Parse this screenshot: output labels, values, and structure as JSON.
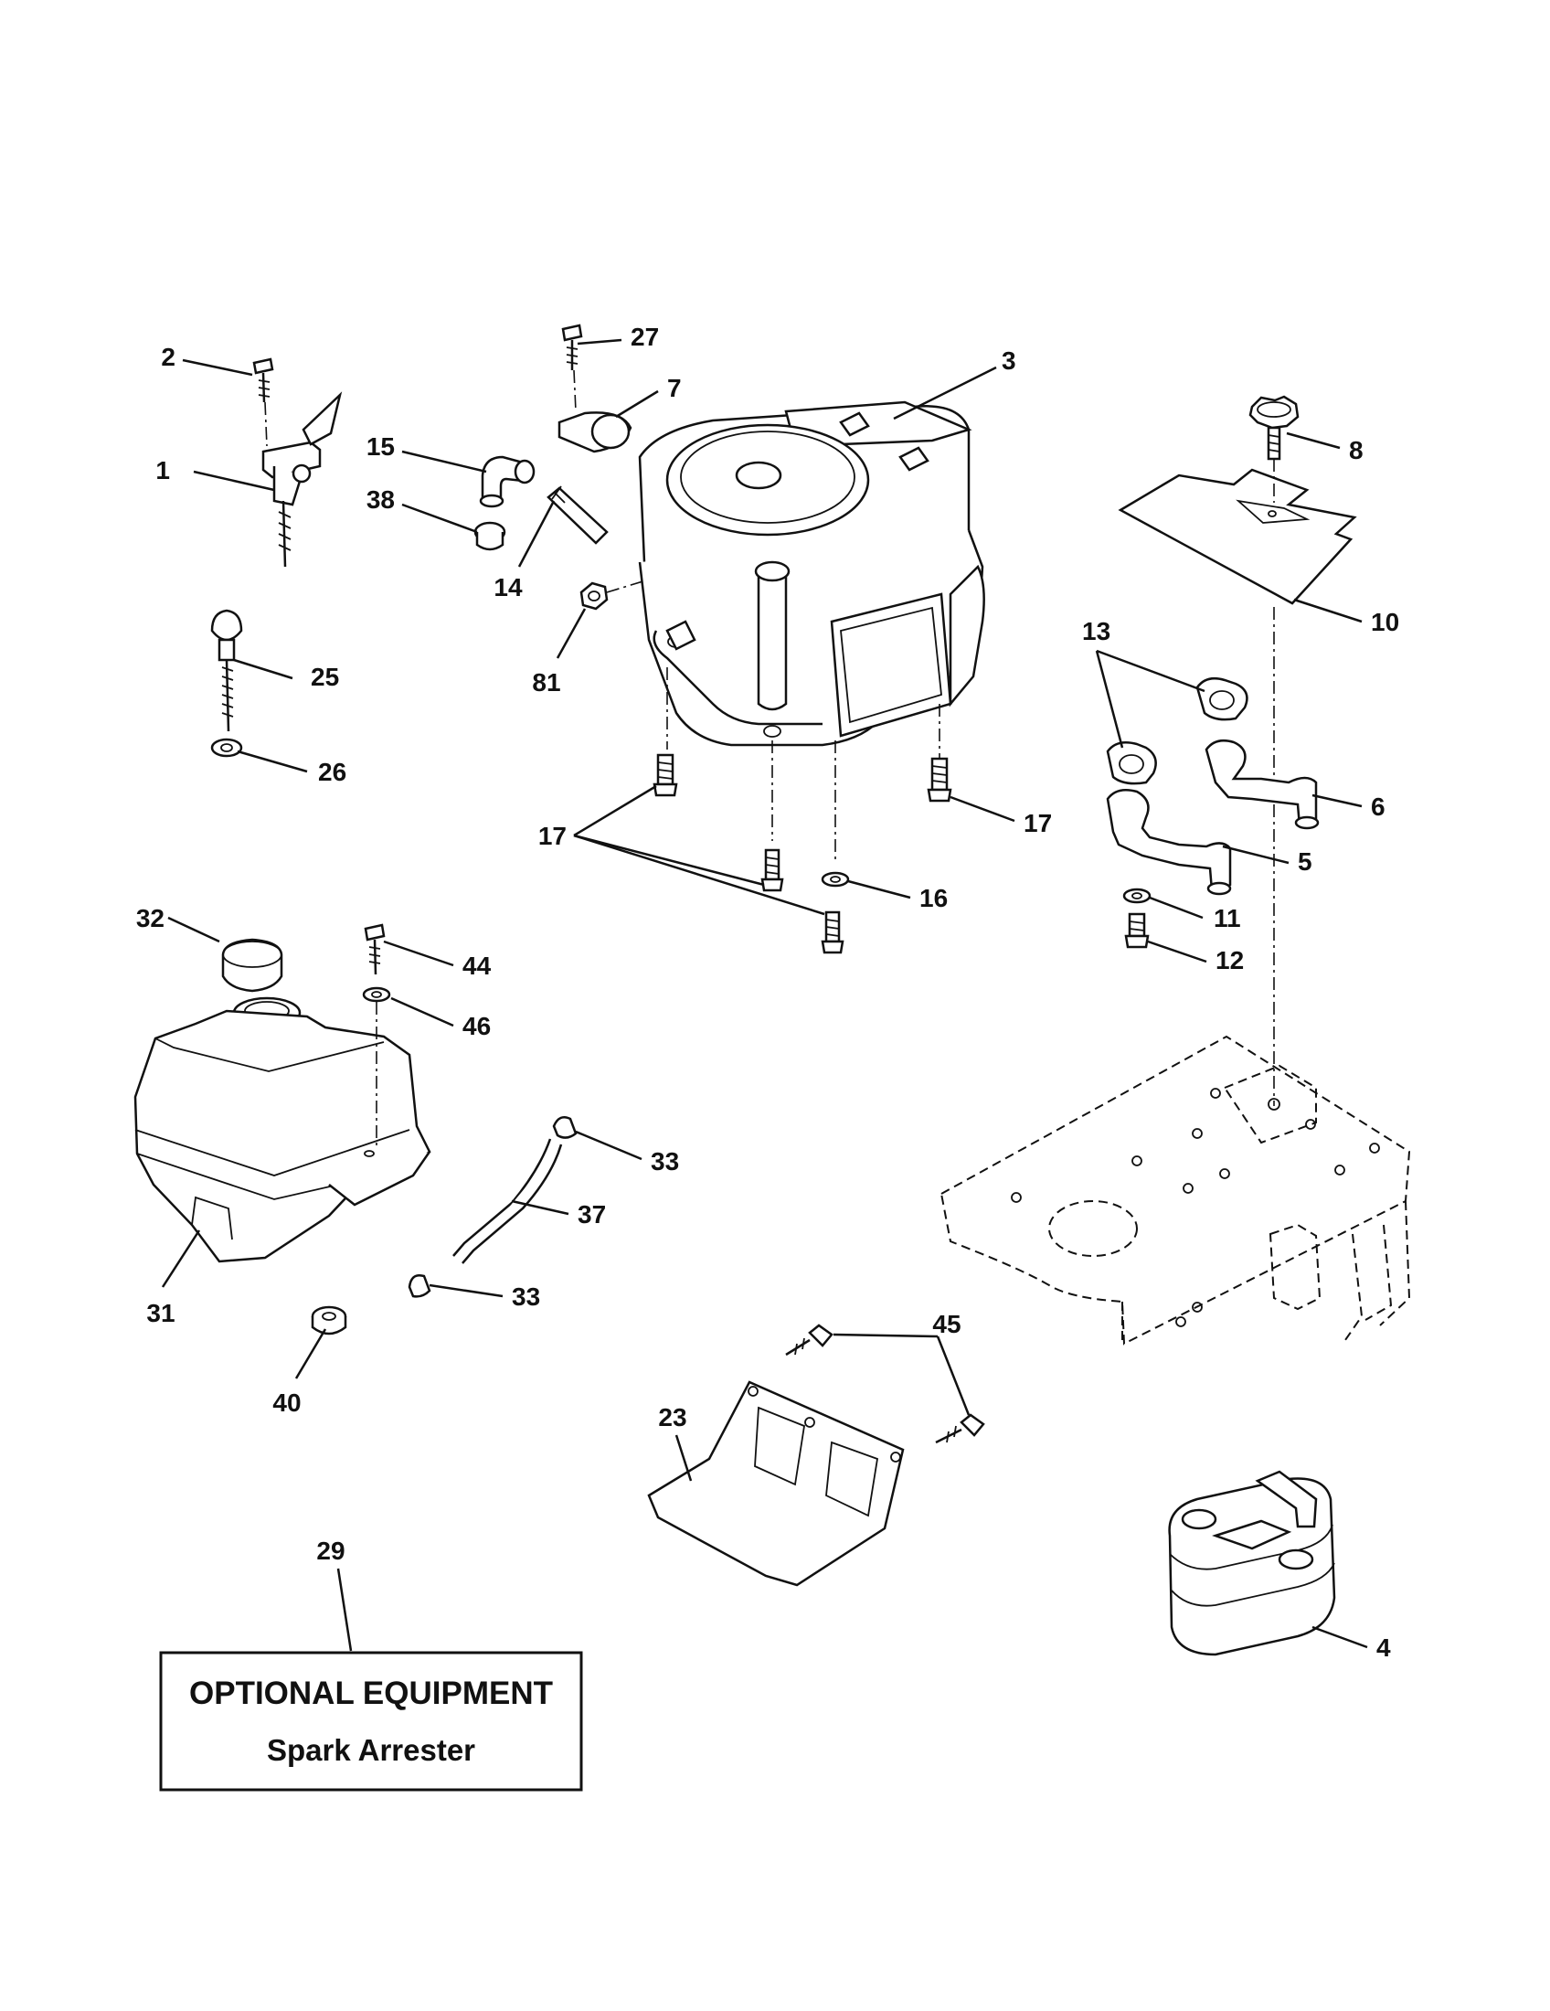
{
  "callouts": {
    "c1": "1",
    "c2": "2",
    "c3": "3",
    "c4": "4",
    "c5": "5",
    "c6": "6",
    "c7": "7",
    "c8": "8",
    "c10": "10",
    "c11": "11",
    "c12": "12",
    "c13": "13",
    "c14": "14",
    "c15": "15",
    "c16": "16",
    "c17a": "17",
    "c17b": "17",
    "c23": "23",
    "c25": "25",
    "c26": "26",
    "c27": "27",
    "c29": "29",
    "c31": "31",
    "c32": "32",
    "c33a": "33",
    "c33b": "33",
    "c37": "37",
    "c38": "38",
    "c40": "40",
    "c44": "44",
    "c45": "45",
    "c46": "46",
    "c81": "81"
  },
  "optional_box": {
    "title": "OPTIONAL EQUIPMENT",
    "subtitle": "Spark Arrester"
  }
}
